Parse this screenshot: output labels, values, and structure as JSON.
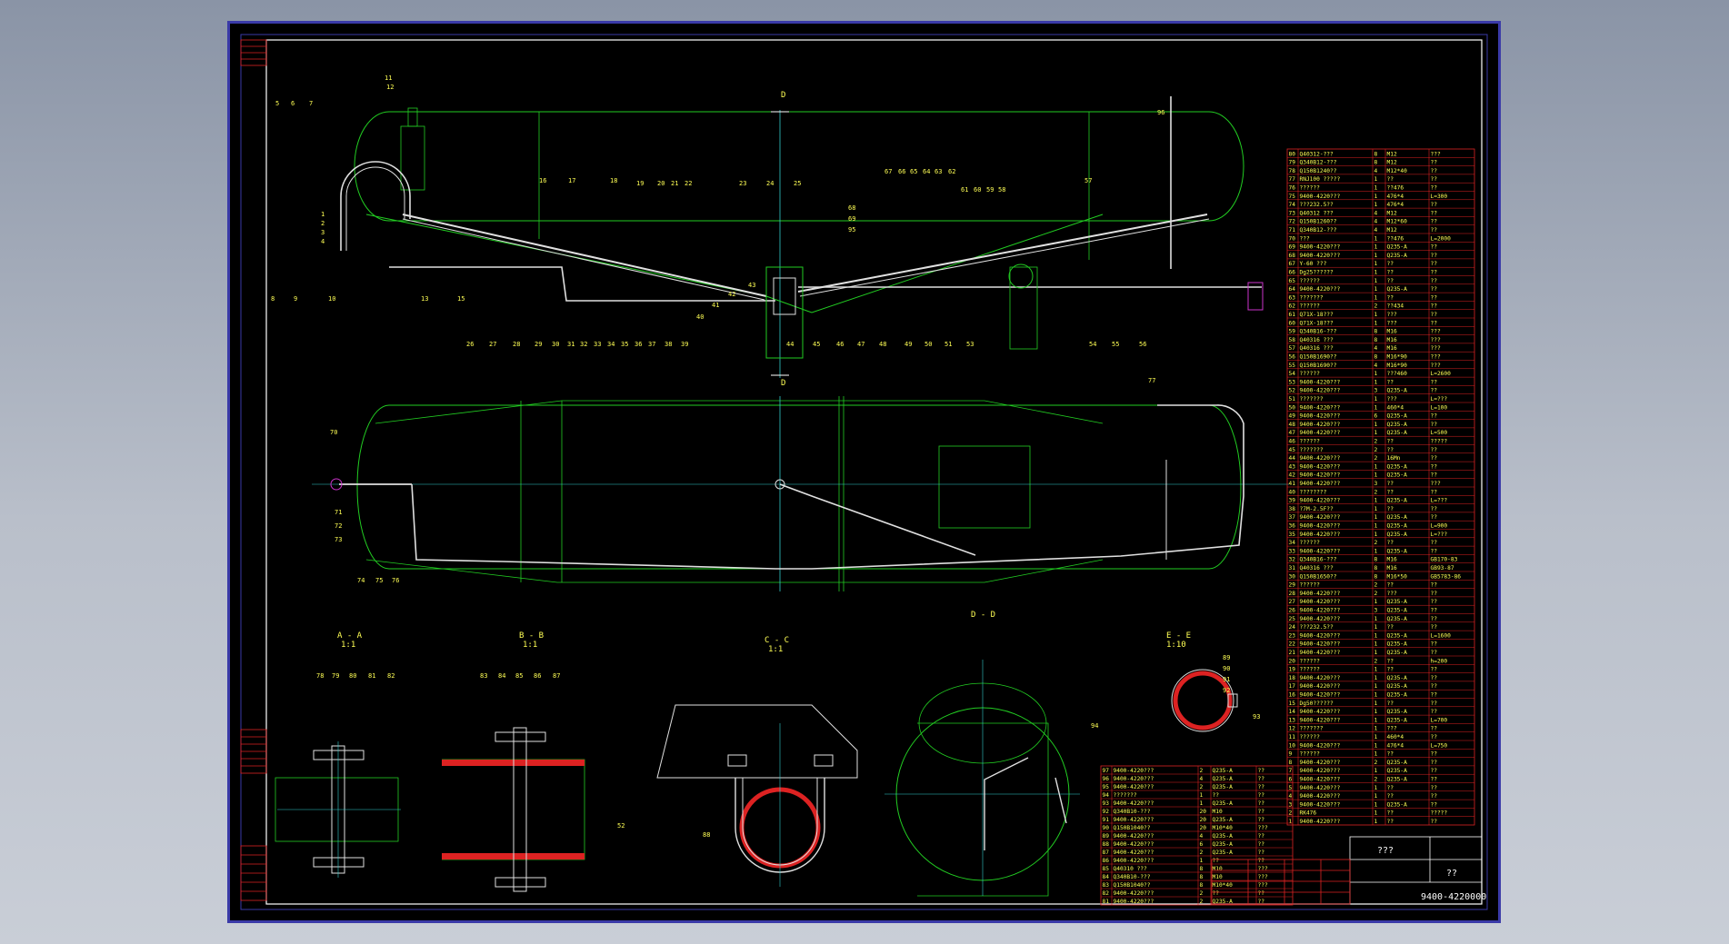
{
  "colors": {
    "background": "#000000",
    "frame": "#ffffff",
    "outer_frame": "#3a3aa8",
    "geometry": "#22cc22",
    "centerline": "#33cccc",
    "pipe": "#e0e0e0",
    "leader": "#33cc33",
    "labels": "#ffff55",
    "table_grid": "#dd2222",
    "table_text": "#ffff55",
    "hatch": "#dd2222",
    "blue_lines": "#5555ff"
  },
  "views": {
    "dd_marker": "D",
    "section_aa_title": "A - A",
    "section_aa_scale": "1:1",
    "section_bb_title": "B - B",
    "section_bb_scale": "1:1",
    "section_cc_title": "C - C",
    "section_cc_scale": "1:1",
    "section_dd_title": "D - D",
    "section_ee_title": "E - E",
    "section_ee_scale": "1:10"
  },
  "callouts": {
    "top": [
      "5",
      "6",
      "7",
      "11",
      "12",
      "16",
      "17",
      "18",
      "19",
      "20",
      "21",
      "22",
      "23",
      "24",
      "25",
      "57",
      "58",
      "59",
      "60",
      "61",
      "62",
      "63",
      "64",
      "65",
      "66",
      "67",
      "68",
      "69",
      "95",
      "96"
    ],
    "bottom": [
      "1",
      "2",
      "3",
      "4",
      "8",
      "9",
      "10",
      "13",
      "15",
      "26",
      "27",
      "28",
      "29",
      "30",
      "31",
      "32",
      "33",
      "34",
      "35",
      "36",
      "37",
      "38",
      "39",
      "40",
      "41",
      "42",
      "43",
      "44",
      "45",
      "46",
      "47",
      "48",
      "49",
      "50",
      "51",
      "53",
      "54",
      "55",
      "56"
    ],
    "plan": [
      "70",
      "71",
      "72",
      "73",
      "74",
      "75",
      "76",
      "77"
    ],
    "sections": [
      "78",
      "79",
      "80",
      "81",
      "82",
      "83",
      "84",
      "85",
      "86",
      "87",
      "88",
      "52",
      "89",
      "90",
      "91",
      "92",
      "93",
      "94"
    ]
  },
  "parts_list_right": [
    {
      "no": "80",
      "code": "Q40312-???",
      "qty": "8",
      "mat": "M12",
      "note": "???"
    },
    {
      "no": "79",
      "code": "Q340B12-???",
      "qty": "8",
      "mat": "M12",
      "note": "??"
    },
    {
      "no": "78",
      "code": "Q150B1240??",
      "qty": "4",
      "mat": "M12*40",
      "note": "??"
    },
    {
      "no": "77",
      "code": "RNJ100 ?????",
      "qty": "1",
      "mat": "??",
      "note": "??"
    },
    {
      "no": "76",
      "code": "??????",
      "qty": "1",
      "mat": "??476",
      "note": "??"
    },
    {
      "no": "75",
      "code": "9400-4220???",
      "qty": "1",
      "mat": "476*4",
      "note": "L=300"
    },
    {
      "no": "74",
      "code": "???232.5??",
      "qty": "1",
      "mat": "476*4",
      "note": "??"
    },
    {
      "no": "73",
      "code": "Q40312 ???",
      "qty": "4",
      "mat": "M12",
      "note": "??"
    },
    {
      "no": "72",
      "code": "Q150B1260??",
      "qty": "4",
      "mat": "M12*60",
      "note": "??"
    },
    {
      "no": "71",
      "code": "Q340B12-???",
      "qty": "4",
      "mat": "M12",
      "note": "??"
    },
    {
      "no": "70",
      "code": "???",
      "qty": "1",
      "mat": "??476",
      "note": "L=2000"
    },
    {
      "no": "69",
      "code": "9400-4220???",
      "qty": "1",
      "mat": "Q235-A",
      "note": "??"
    },
    {
      "no": "68",
      "code": "9400-4220???",
      "qty": "1",
      "mat": "Q235-A",
      "note": "??"
    },
    {
      "no": "67",
      "code": "Y-60 ???",
      "qty": "1",
      "mat": "??",
      "note": "??"
    },
    {
      "no": "66",
      "code": "Dg25??????",
      "qty": "1",
      "mat": "??",
      "note": "??"
    },
    {
      "no": "65",
      "code": "??????",
      "qty": "1",
      "mat": "??",
      "note": "??"
    },
    {
      "no": "64",
      "code": "9400-4220???",
      "qty": "1",
      "mat": "Q235-A",
      "note": "??"
    },
    {
      "no": "63",
      "code": "???????",
      "qty": "1",
      "mat": "??",
      "note": "??"
    },
    {
      "no": "62",
      "code": "??????",
      "qty": "2",
      "mat": "??434",
      "note": "??"
    },
    {
      "no": "61",
      "code": "Q71X-18???",
      "qty": "1",
      "mat": "???",
      "note": "??"
    },
    {
      "no": "60",
      "code": "Q71X-18???",
      "qty": "1",
      "mat": "???",
      "note": "??"
    },
    {
      "no": "59",
      "code": "Q340B16-???",
      "qty": "8",
      "mat": "M16",
      "note": "???"
    },
    {
      "no": "58",
      "code": "Q40316 ???",
      "qty": "8",
      "mat": "M16",
      "note": "???"
    },
    {
      "no": "57",
      "code": "Q40316 ???",
      "qty": "4",
      "mat": "M16",
      "note": "???"
    },
    {
      "no": "56",
      "code": "Q150B1690??",
      "qty": "8",
      "mat": "M16*90",
      "note": "???"
    },
    {
      "no": "55",
      "code": "Q150B1690??",
      "qty": "4",
      "mat": "M16*90",
      "note": "???"
    },
    {
      "no": "54",
      "code": "??????",
      "qty": "1",
      "mat": "???460",
      "note": "L=2600"
    },
    {
      "no": "53",
      "code": "9400-4220???",
      "qty": "1",
      "mat": "??",
      "note": "??"
    },
    {
      "no": "52",
      "code": "9400-4220???",
      "qty": "3",
      "mat": "Q235-A",
      "note": "??"
    },
    {
      "no": "51",
      "code": "???????",
      "qty": "1",
      "mat": "???",
      "note": "L=???"
    },
    {
      "no": "50",
      "code": "9400-4220???",
      "qty": "1",
      "mat": "460*4",
      "note": "L=100"
    },
    {
      "no": "49",
      "code": "9400-4220???",
      "qty": "6",
      "mat": "Q235-A",
      "note": "??"
    },
    {
      "no": "48",
      "code": "9400-4220???",
      "qty": "1",
      "mat": "Q235-A",
      "note": "??"
    },
    {
      "no": "47",
      "code": "9400-4220???",
      "qty": "1",
      "mat": "Q235-A",
      "note": "L=500"
    },
    {
      "no": "46",
      "code": "??????",
      "qty": "2",
      "mat": "??",
      "note": "?????"
    },
    {
      "no": "45",
      "code": "???????",
      "qty": "2",
      "mat": "??",
      "note": "??"
    },
    {
      "no": "44",
      "code": "9400-4220???",
      "qty": "2",
      "mat": "16Mn",
      "note": "??"
    },
    {
      "no": "43",
      "code": "9400-4220???",
      "qty": "1",
      "mat": "Q235-A",
      "note": "??"
    },
    {
      "no": "42",
      "code": "9400-4220???",
      "qty": "1",
      "mat": "Q235-A",
      "note": "??"
    },
    {
      "no": "41",
      "code": "9400-4220???",
      "qty": "3",
      "mat": "??",
      "note": "???"
    },
    {
      "no": "40",
      "code": "????????",
      "qty": "2",
      "mat": "??",
      "note": "??"
    },
    {
      "no": "39",
      "code": "9400-4220???",
      "qty": "1",
      "mat": "Q235-A",
      "note": "L=???"
    },
    {
      "no": "38",
      "code": "?7M-2.5F??",
      "qty": "1",
      "mat": "??",
      "note": "??"
    },
    {
      "no": "37",
      "code": "9400-4220???",
      "qty": "1",
      "mat": "Q235-A",
      "note": "??"
    },
    {
      "no": "36",
      "code": "9400-4220???",
      "qty": "1",
      "mat": "Q235-A",
      "note": "L=900"
    },
    {
      "no": "35",
      "code": "9400-4220???",
      "qty": "1",
      "mat": "Q235-A",
      "note": "L=???"
    },
    {
      "no": "34",
      "code": "??????",
      "qty": "2",
      "mat": "??",
      "note": "??"
    },
    {
      "no": "33",
      "code": "9400-4220???",
      "qty": "1",
      "mat": "Q235-A",
      "note": "??"
    },
    {
      "no": "32",
      "code": "Q340B16-???",
      "qty": "8",
      "mat": "M16",
      "note": "GB170-83"
    },
    {
      "no": "31",
      "code": "Q40316 ???",
      "qty": "8",
      "mat": "M16",
      "note": "GB93-87"
    },
    {
      "no": "30",
      "code": "Q150B1650??",
      "qty": "8",
      "mat": "M16*50",
      "note": "GB5783-86"
    },
    {
      "no": "29",
      "code": "??????",
      "qty": "2",
      "mat": "??",
      "note": "??"
    },
    {
      "no": "28",
      "code": "9400-4220???",
      "qty": "2",
      "mat": "???",
      "note": "??"
    },
    {
      "no": "27",
      "code": "9400-4220???",
      "qty": "1",
      "mat": "Q235-A",
      "note": "??"
    },
    {
      "no": "26",
      "code": "9400-4220???",
      "qty": "3",
      "mat": "Q235-A",
      "note": "??"
    },
    {
      "no": "25",
      "code": "9400-4220???",
      "qty": "1",
      "mat": "Q235-A",
      "note": "??"
    },
    {
      "no": "24",
      "code": "???232.5??",
      "qty": "1",
      "mat": "??",
      "note": "??"
    },
    {
      "no": "23",
      "code": "9400-4220???",
      "qty": "1",
      "mat": "Q235-A",
      "note": "L=1600"
    },
    {
      "no": "22",
      "code": "9400-4220???",
      "qty": "1",
      "mat": "Q235-A",
      "note": "??"
    },
    {
      "no": "21",
      "code": "9400-4220???",
      "qty": "1",
      "mat": "Q235-A",
      "note": "??"
    },
    {
      "no": "20",
      "code": "??????",
      "qty": "2",
      "mat": "??",
      "note": "h=200"
    },
    {
      "no": "19",
      "code": "??????",
      "qty": "1",
      "mat": "??",
      "note": "??"
    },
    {
      "no": "18",
      "code": "9400-4220???",
      "qty": "1",
      "mat": "Q235-A",
      "note": "??"
    },
    {
      "no": "17",
      "code": "9400-4220???",
      "qty": "1",
      "mat": "Q235-A",
      "note": "??"
    },
    {
      "no": "16",
      "code": "9400-4220???",
      "qty": "1",
      "mat": "Q235-A",
      "note": "??"
    },
    {
      "no": "15",
      "code": "Dg50??????",
      "qty": "1",
      "mat": "??",
      "note": "??"
    },
    {
      "no": "14",
      "code": "9400-4220???",
      "qty": "1",
      "mat": "Q235-A",
      "note": "??"
    },
    {
      "no": "13",
      "code": "9400-4220???",
      "qty": "1",
      "mat": "Q235-A",
      "note": "L=700"
    },
    {
      "no": "12",
      "code": "???????",
      "qty": "1",
      "mat": "???",
      "note": "??"
    },
    {
      "no": "11",
      "code": "??????",
      "qty": "1",
      "mat": "460*4",
      "note": "??"
    },
    {
      "no": "10",
      "code": "9400-4220???",
      "qty": "1",
      "mat": "476*4",
      "note": "L=750"
    },
    {
      "no": "9",
      "code": "??????",
      "qty": "1",
      "mat": "??",
      "note": "??"
    },
    {
      "no": "8",
      "code": "9400-4220???",
      "qty": "2",
      "mat": "Q235-A",
      "note": "??"
    },
    {
      "no": "7",
      "code": "9400-4220???",
      "qty": "1",
      "mat": "Q235-A",
      "note": "??"
    },
    {
      "no": "6",
      "code": "9400-4220???",
      "qty": "2",
      "mat": "Q235-A",
      "note": "??"
    },
    {
      "no": "5",
      "code": "9400-4220???",
      "qty": "1",
      "mat": "??",
      "note": "??"
    },
    {
      "no": "4",
      "code": "9400-4220???",
      "qty": "1",
      "mat": "??",
      "note": "??"
    },
    {
      "no": "3",
      "code": "9400-4220???",
      "qty": "1",
      "mat": "Q235-A",
      "note": "??"
    },
    {
      "no": "2",
      "code": "RK476",
      "qty": "1",
      "mat": "??",
      "note": "?????"
    },
    {
      "no": "1",
      "code": "9400-4220???",
      "qty": "1",
      "mat": "??",
      "note": "??"
    }
  ],
  "parts_list_bottom": [
    {
      "no": "97",
      "code": "9400-4220???",
      "qty": "2",
      "mat": "Q235-A",
      "note": "??"
    },
    {
      "no": "96",
      "code": "9400-4220???",
      "qty": "4",
      "mat": "Q235-A",
      "note": "??"
    },
    {
      "no": "95",
      "code": "9400-4220???",
      "qty": "2",
      "mat": "Q235-A",
      "note": "??"
    },
    {
      "no": "94",
      "code": "???????",
      "qty": "1",
      "mat": "??",
      "note": "??"
    },
    {
      "no": "93",
      "code": "9400-4220???",
      "qty": "1",
      "mat": "Q235-A",
      "note": "??"
    },
    {
      "no": "92",
      "code": "Q340B10-???",
      "qty": "20",
      "mat": "M10",
      "note": "??"
    },
    {
      "no": "91",
      "code": "9400-4220???",
      "qty": "20",
      "mat": "Q235-A",
      "note": "??"
    },
    {
      "no": "90",
      "code": "Q150B1040??",
      "qty": "20",
      "mat": "M10*40",
      "note": "???"
    },
    {
      "no": "89",
      "code": "9400-4220???",
      "qty": "4",
      "mat": "Q235-A",
      "note": "??"
    },
    {
      "no": "88",
      "code": "9400-4220???",
      "qty": "6",
      "mat": "Q235-A",
      "note": "??"
    },
    {
      "no": "87",
      "code": "9400-4220???",
      "qty": "2",
      "mat": "Q235-A",
      "note": "??"
    },
    {
      "no": "86",
      "code": "9400-4220???",
      "qty": "1",
      "mat": "??",
      "note": "??"
    },
    {
      "no": "85",
      "code": "Q40310 ???",
      "qty": "8",
      "mat": "M10",
      "note": "???"
    },
    {
      "no": "84",
      "code": "Q340B10-???",
      "qty": "8",
      "mat": "M10",
      "note": "???"
    },
    {
      "no": "83",
      "code": "Q150B1040??",
      "qty": "8",
      "mat": "M10*40",
      "note": "???"
    },
    {
      "no": "82",
      "code": "9400-4220???",
      "qty": "2",
      "mat": "??",
      "note": "??"
    },
    {
      "no": "81",
      "code": "9400-4220???",
      "qty": "2",
      "mat": "Q235-A",
      "note": "??"
    }
  ],
  "title_block": {
    "name": "???",
    "material": "??",
    "drawing_no": "9400-4220000"
  }
}
